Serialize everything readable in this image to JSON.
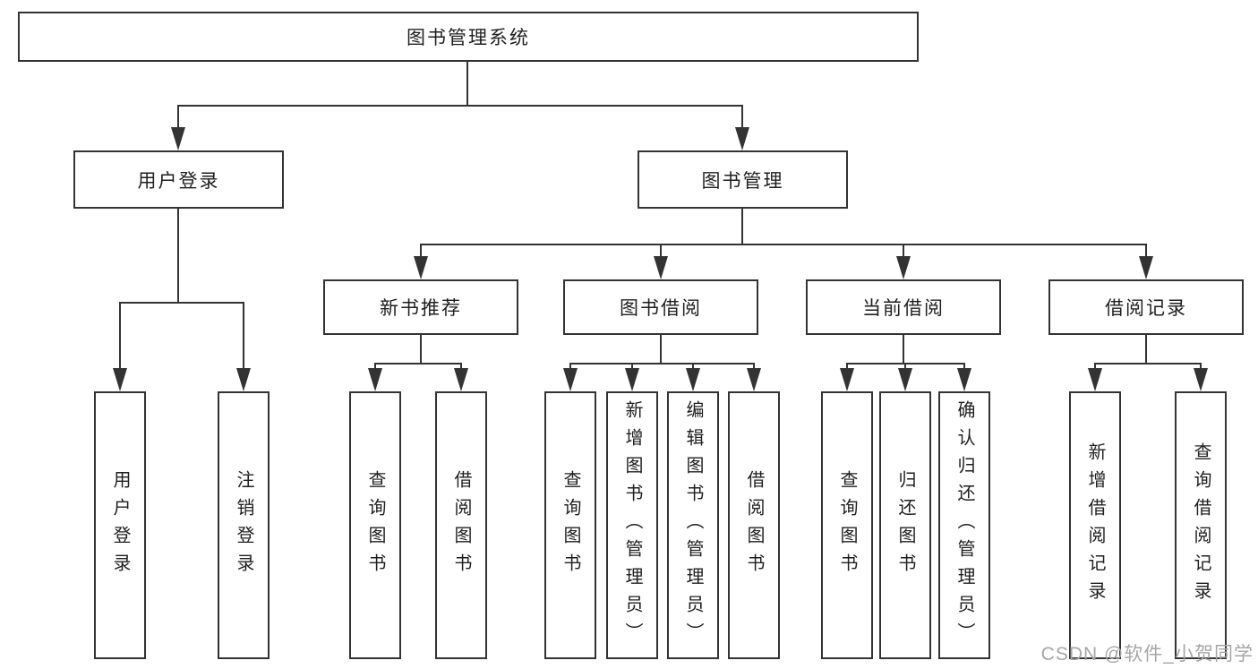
{
  "diagram": {
    "root": {
      "label": "图书管理系统"
    },
    "branches": [
      {
        "label": "用户登录",
        "children": [
          {
            "label": "用户登录"
          },
          {
            "label": "注销登录"
          }
        ]
      },
      {
        "label": "图书管理",
        "children": [
          {
            "label": "新书推荐",
            "children": [
              {
                "label": "查询图书"
              },
              {
                "label": "借阅图书"
              }
            ]
          },
          {
            "label": "图书借阅",
            "children": [
              {
                "label": "查询图书"
              },
              {
                "label": "新增图书（管理员）"
              },
              {
                "label": "编辑图书（管理员）"
              },
              {
                "label": "借阅图书"
              }
            ]
          },
          {
            "label": "当前借阅",
            "children": [
              {
                "label": "查询图书"
              },
              {
                "label": "归还图书"
              },
              {
                "label": "确认归还（管理员）"
              }
            ]
          },
          {
            "label": "借阅记录",
            "children": [
              {
                "label": "新增借阅记录"
              },
              {
                "label": "查询借阅记录"
              }
            ]
          }
        ]
      }
    ]
  },
  "watermark": {
    "text": "CSDN @软件_小贺同学"
  },
  "colors": {
    "line": "#333333",
    "box_border": "#333333",
    "text": "#1f1f1f",
    "watermark": "#a6a6a6",
    "background": "#ffffff"
  }
}
